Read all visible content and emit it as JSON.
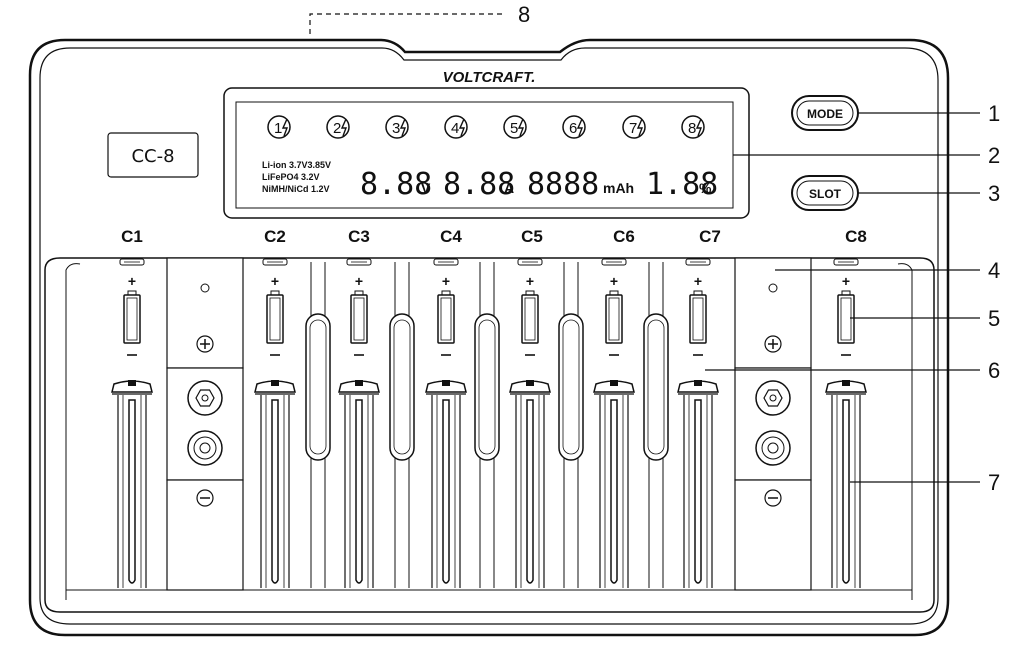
{
  "brand": "VOLTCRAFT.",
  "model": "CC-8",
  "buttons": {
    "mode": "MODE",
    "slot": "SLOT"
  },
  "lcd": {
    "chem_lines": [
      "Li-ion 3.7V3.85V",
      "LiFePO4 3.2V",
      "NiMH/NiCd 1.2V"
    ],
    "voltage": "8.88",
    "voltage_unit": "V",
    "current": "8.88",
    "current_unit": "A",
    "capacity": "8888",
    "capacity_unit": "mAh",
    "percent": "1.88",
    "percent_unit": "%",
    "slot_indicators": [
      "1",
      "2",
      "3",
      "4",
      "5",
      "6",
      "7",
      "8"
    ]
  },
  "slots": [
    "C1",
    "C2",
    "C3",
    "C4",
    "C5",
    "C6",
    "C7",
    "C8"
  ],
  "callouts": [
    "1",
    "2",
    "3",
    "4",
    "5",
    "6",
    "7",
    "8"
  ],
  "symbols": {
    "plus": "+",
    "minus": "−",
    "bolt": "⚡"
  }
}
